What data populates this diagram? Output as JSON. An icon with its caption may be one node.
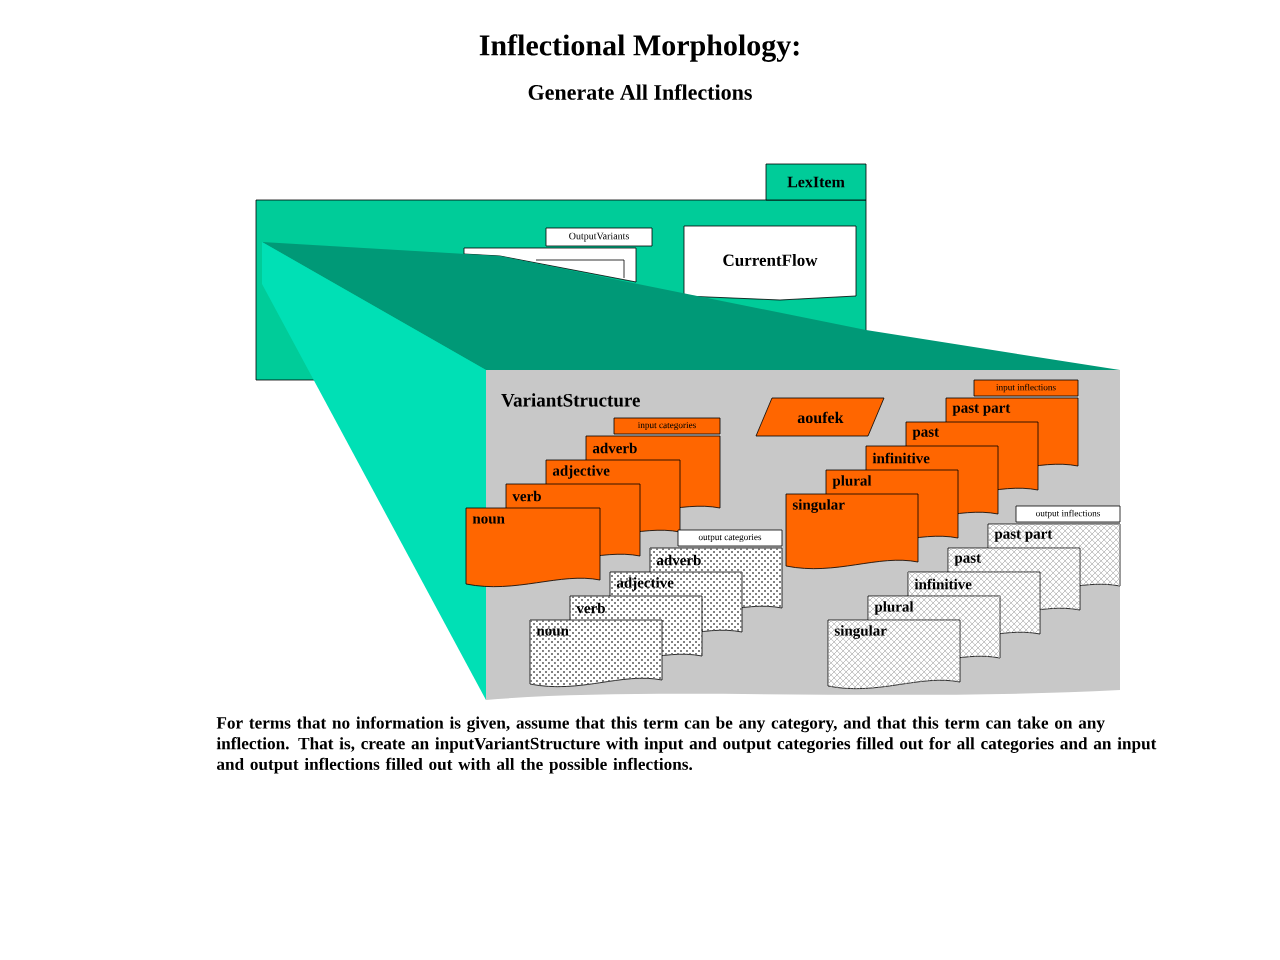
{
  "diagram": {
    "title": "Inflectional Morphology:",
    "caption": "For terms that no information is given, assume that this term can be any category, and that this term can take on any inflection. That is, create an inputVariantStructure with input and output categories filled out for all categories and an input and output inflections filled out with all the possible inflections.",
    "nodes": [
      {
        "text": [
          "LexItem"
        ]
      },
      {
        "text": [
          "OutputVariants"
        ],
        "in": 0
      },
      {
        "text": [
          "CurrentFlow"
        ],
        "in": 0
      },
      {
        "text": [
          "VariantStructure"
        ]
      },
      {
        "text": [
          "aoufek"
        ],
        "in": 3
      },
      {
        "text": [
          "adverb"
        ],
        "in": 3
      },
      {
        "text": [
          "adjective"
        ],
        "in": 3
      },
      {
        "text": [
          "verb"
        ],
        "in": 3
      },
      {
        "text": [
          "noun"
        ],
        "in": 3
      },
      {
        "text": [
          "adverb"
        ],
        "in": 3
      },
      {
        "text": [
          "adjective"
        ],
        "in": 3
      },
      {
        "text": [
          "verb"
        ],
        "in": 3
      },
      {
        "text": [
          "noun"
        ],
        "in": 3
      },
      {
        "text": [
          "past part"
        ],
        "in": 3
      },
      {
        "text": [
          "past"
        ],
        "in": 3
      },
      {
        "text": [
          "infinitive"
        ],
        "in": 3
      },
      {
        "text": [
          "plural"
        ],
        "in": 3
      },
      {
        "text": [
          "singular"
        ],
        "in": 3
      },
      {
        "text": [
          "past part"
        ],
        "in": 3
      },
      {
        "text": [
          "past"
        ],
        "in": 3
      },
      {
        "text": [
          "infinitive"
        ],
        "in": 3
      },
      {
        "text": [
          "plural"
        ],
        "in": 3
      },
      {
        "text": [
          "singular"
        ],
        "in": 3
      }
    ],
    "labels": [
      "Generate All Inflections",
      "input categories",
      "output categories",
      "input inflections",
      "output inflections"
    ]
  }
}
